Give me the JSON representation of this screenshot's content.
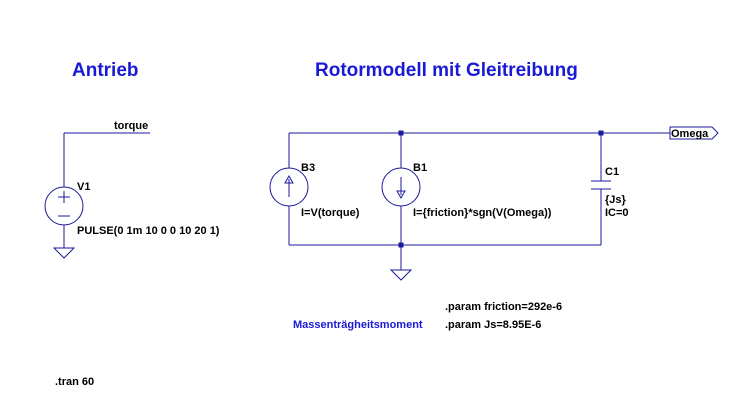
{
  "titles": {
    "drive": "Antrieb",
    "rotor": "Rotormodell mit Gleitreibung"
  },
  "nets": {
    "torque": "torque",
    "omega": "Omega"
  },
  "components": {
    "v1": {
      "name": "V1",
      "value": "PULSE(0 1m 10 0 0 10 20 1)"
    },
    "b3": {
      "name": "B3",
      "value": "I=V(torque)"
    },
    "b1": {
      "name": "B1",
      "value": "I={friction}*sgn(V(Omega))"
    },
    "c1": {
      "name": "C1",
      "value": "{Js}",
      "ic": "IC=0"
    }
  },
  "directives": {
    "friction": ".param friction=292e-6",
    "inertia_label": "Massenträgheitsmoment",
    "js": ".param Js=8.95E-6",
    "tran": ".tran 60"
  },
  "colors": {
    "wire": "#1a1a9c",
    "title": "#1a1ad6",
    "text": "#000000"
  }
}
